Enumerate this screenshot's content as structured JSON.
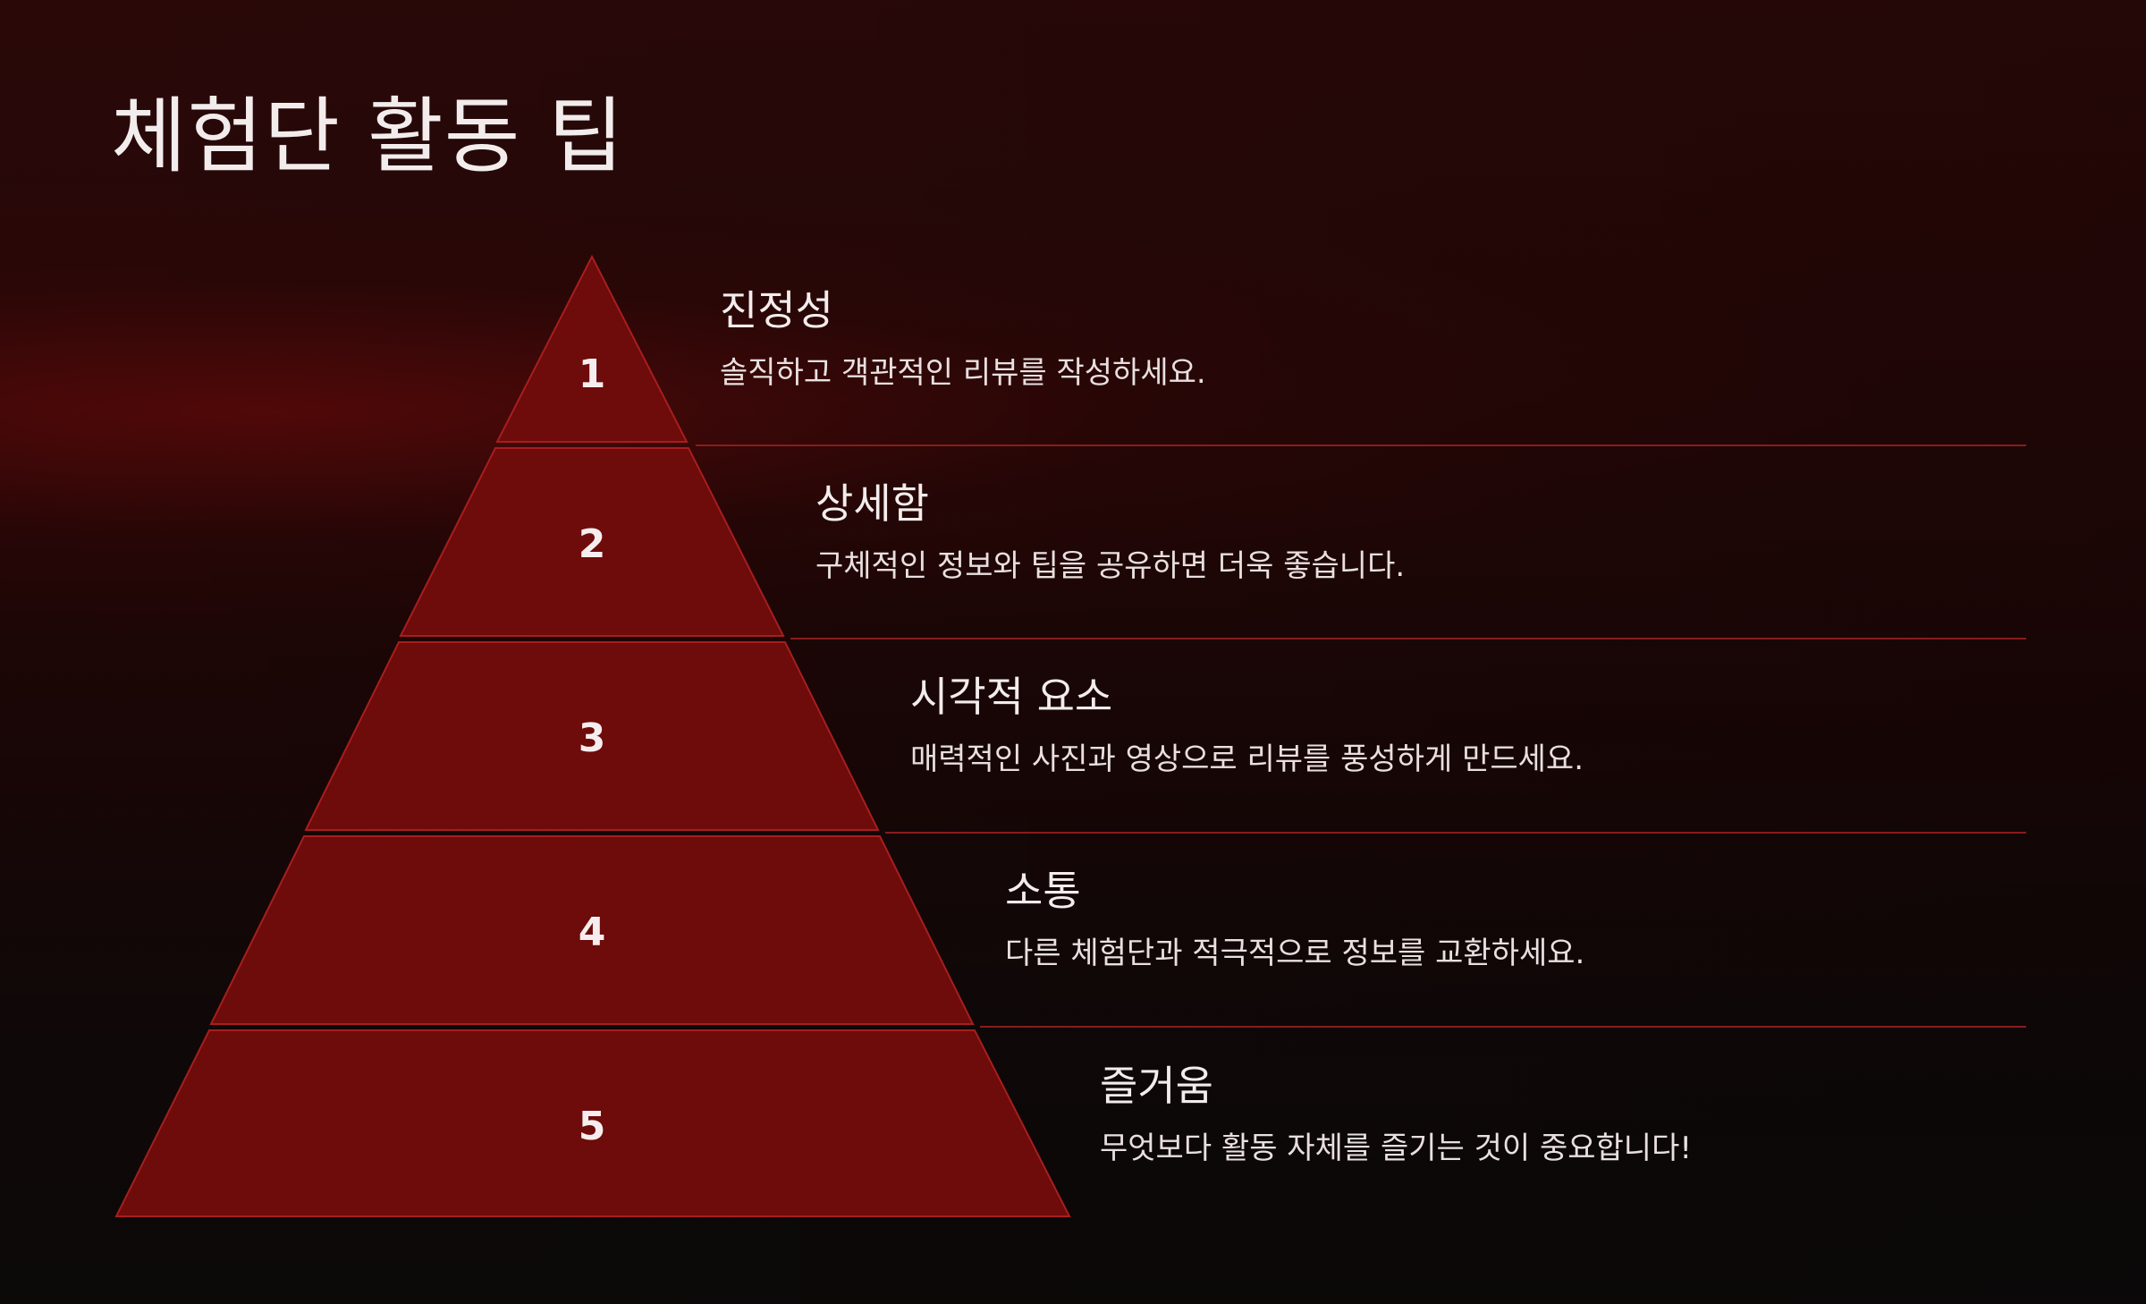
{
  "slide": {
    "title": "체험단 활동 팁"
  },
  "tiers": [
    {
      "number": "1",
      "heading": "진정성",
      "description": "솔직하고 객관적인 리뷰를 작성하세요."
    },
    {
      "number": "2",
      "heading": "상세함",
      "description": "구체적인 정보와 팁을 공유하면 더욱 좋습니다."
    },
    {
      "number": "3",
      "heading": "시각적 요소",
      "description": "매력적인 사진과 영상으로 리뷰를 풍성하게 만드세요."
    },
    {
      "number": "4",
      "heading": "소통",
      "description": "다른 체험단과 적극적으로 정보를 교환하세요."
    },
    {
      "number": "5",
      "heading": "즐거움",
      "description": "무엇보다 활동 자체를 즐기는 것이 중요합니다!"
    }
  ],
  "colors": {
    "tier_fill": "#6e0b0b",
    "tier_stroke": "#a81e1e",
    "divider": "#8a1c1c",
    "text": "#f3ecec"
  }
}
